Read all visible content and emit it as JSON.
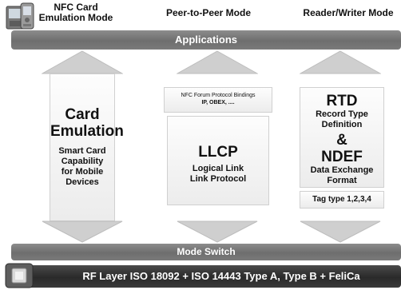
{
  "modes": {
    "card_emulation": "NFC Card\nEmulation Mode",
    "p2p": "Peer-to-Peer Mode",
    "reader_writer": "Reader/Writer Mode"
  },
  "bars": {
    "applications": "Applications",
    "mode_switch": "Mode Switch",
    "rf_layer": "RF Layer ISO 18092 + ISO 14443 Type A, Type B + FeliCa"
  },
  "card": {
    "title": "Card\nEmulation",
    "desc": "Smart Card\nCapability\nfor Mobile\nDevices"
  },
  "p2p": {
    "bindings": "NFC Forum Protocol Bindings",
    "bindings_list": "IP, OBEX, ....",
    "title": "LLCP",
    "desc": "Logical Link\nLink Protocol"
  },
  "rw": {
    "rtd": "RTD",
    "rtd_desc": "Record Type\nDefinition",
    "amp": "&",
    "ndef": "NDEF",
    "ndef_desc": "Data Exchange\nFormat",
    "tag_types": "Tag type 1,2,3,4"
  },
  "icons": [
    "phone-icon",
    "chip-icon",
    "arrow-up-icon",
    "arrow-down-icon"
  ]
}
